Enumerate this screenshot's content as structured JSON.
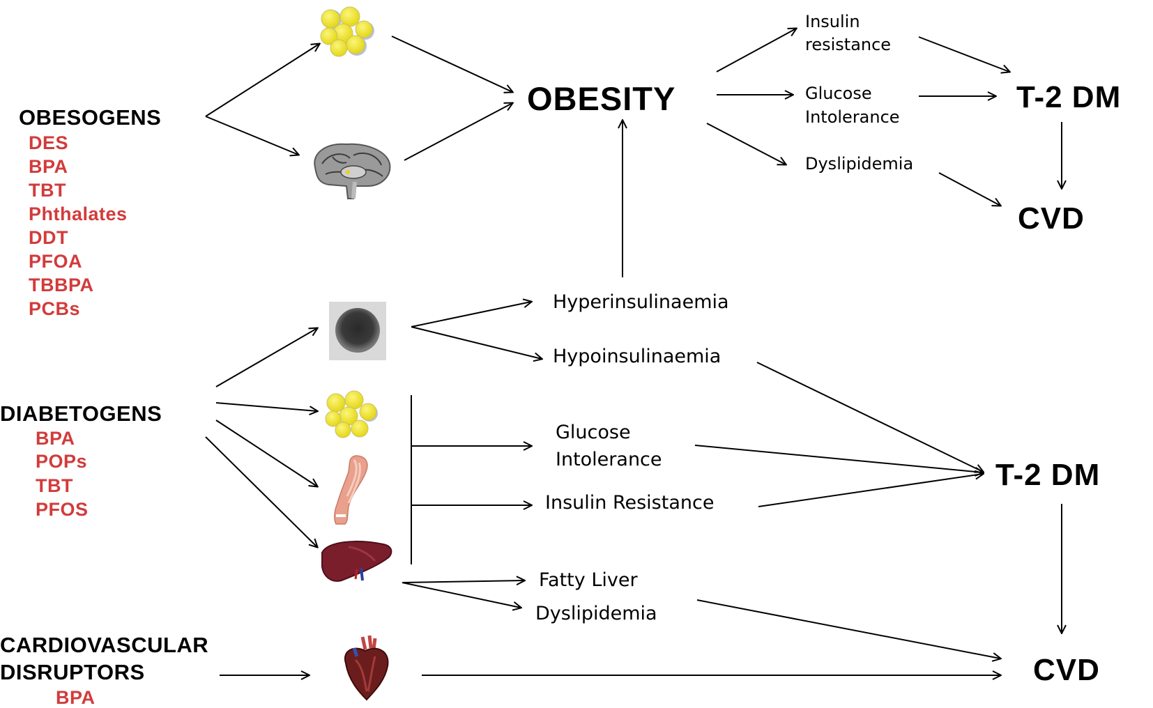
{
  "obesogens": {
    "title": "OBESOGENS",
    "chemicals": [
      "DES",
      "BPA",
      "TBT",
      "Phthalates",
      "DDT",
      "PFOA",
      "TBBPA",
      "PCBs"
    ]
  },
  "diabetogens": {
    "title": "DIABETOGENS",
    "chemicals": [
      "BPA",
      "POPs",
      "TBT",
      "PFOS"
    ]
  },
  "cardiovascular": {
    "title_line1": "CARDIOVASCULAR",
    "title_line2": "DISRUPTORS",
    "chemicals": [
      "BPA"
    ]
  },
  "top_outcomes": {
    "obesity": "OBESITY",
    "t2dm": "T-2 DM",
    "cvd": "CVD"
  },
  "top_effects": {
    "insulin_resistance_1": "Insulin",
    "insulin_resistance_2": "resistance",
    "glucose_intolerance_1": "Glucose",
    "glucose_intolerance_2": "Intolerance",
    "dyslipidemia": "Dyslipidemia"
  },
  "bottom_effects": {
    "hyperinsulinaemia": "Hyperinsulinaemia",
    "hypoinsulinaemia": "Hypoinsulinaemia",
    "glucose_intolerance_1": "Glucose",
    "glucose_intolerance_2": "Intolerance",
    "insulin_resistance": "Insulin Resistance",
    "fatty_liver": "Fatty Liver",
    "dyslipidemia": "Dyslipidemia"
  },
  "bottom_outcomes": {
    "t2dm": "T-2 DM",
    "cvd": "CVD"
  },
  "colors": {
    "chemical_red": "#d23b3b",
    "adipocyte_yellow": "#f2e830",
    "organ_liver": "#7a1e2c",
    "muscle": "#e9a08c",
    "heart": "#6b1d1d"
  },
  "icons": [
    "adipocyte-cluster-icon",
    "brain-icon",
    "pancreatic-islet-icon",
    "muscle-icon",
    "liver-icon",
    "heart-icon"
  ]
}
